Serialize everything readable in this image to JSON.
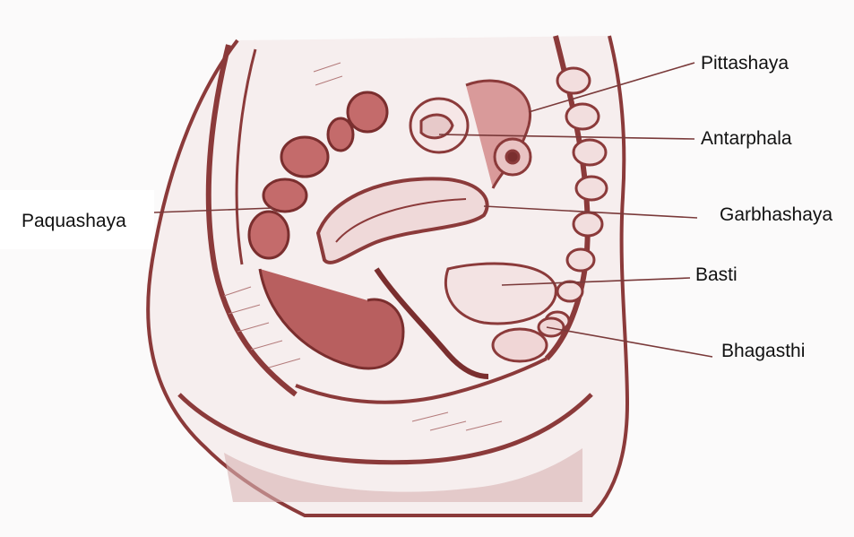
{
  "labels": {
    "pittashaya": "Pittashaya",
    "antarphala": "Antarphala",
    "garbhashaya": "Garbhashaya",
    "basti": "Basti",
    "bhagasthi": "Bhagasthi",
    "paquashaya": "Paquashaya"
  },
  "colors": {
    "ink": "#8b3a3a",
    "tissue": "#b05a5a",
    "paper": "#fbfafa"
  }
}
